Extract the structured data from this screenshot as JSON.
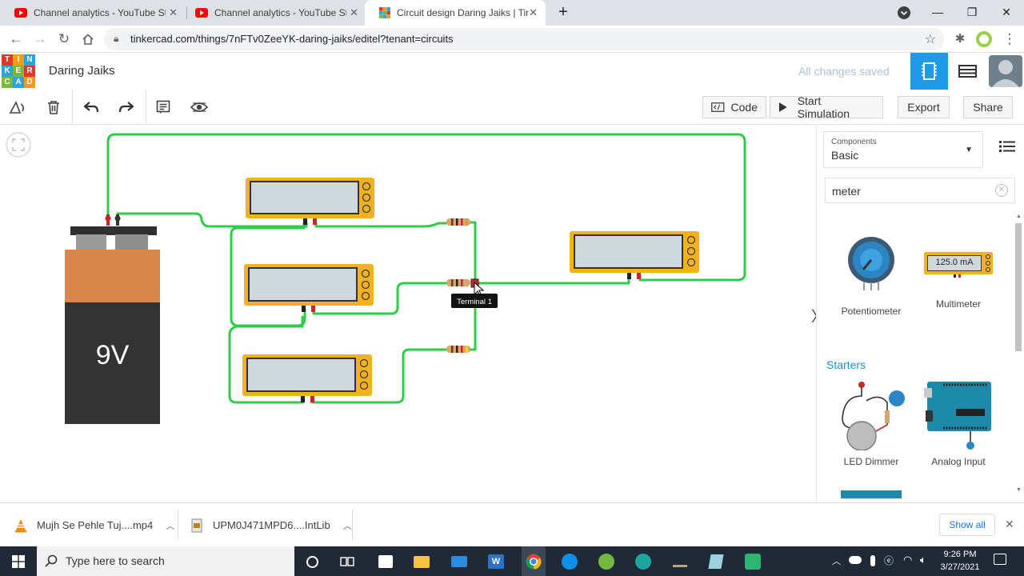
{
  "browser": {
    "tabs": [
      {
        "title": "Channel analytics - YouTube Studio",
        "active": false
      },
      {
        "title": "Channel analytics - YouTube Studio",
        "active": false
      },
      {
        "title": "Circuit design Daring Jaiks | Tinkercad",
        "active": true
      }
    ],
    "new_tab": "+",
    "url": "tinkercad.com/things/7nFTv0ZeeYK-daring-jaiks/editel?tenant=circuits"
  },
  "app": {
    "logo": [
      "T",
      "I",
      "N",
      "K",
      "E",
      "R",
      "C",
      "A",
      "D"
    ],
    "design_title": "Daring Jaiks",
    "save_status": "All changes saved"
  },
  "toolbar": {
    "code_label": "Code",
    "start_sim_label": "Start Simulation",
    "export_label": "Export",
    "share_label": "Share"
  },
  "canvas": {
    "battery_label": "9V",
    "tooltip": "Terminal 1"
  },
  "sidebar": {
    "components_label": "Components",
    "components_value": "Basic",
    "search_value": "meter",
    "results": [
      {
        "label": "Potentiometer",
        "icon": "potentiometer-icon"
      },
      {
        "label": "Multimeter",
        "icon": "multimeter-icon",
        "display": "125.0 mA"
      }
    ],
    "starters_label": "Starters",
    "starters": [
      {
        "label": "LED Dimmer"
      },
      {
        "label": "Analog Input"
      }
    ]
  },
  "downloads": {
    "items": [
      "Mujh Se Pehle Tuj....mp4",
      "UPM0J471MPD6....IntLib"
    ],
    "show_all": "Show all"
  },
  "taskbar": {
    "search_placeholder": "Type here to search",
    "time": "9:26 PM",
    "date": "3/27/2021"
  },
  "colors": {
    "wire": "#2ecc4a",
    "meter_body": "#f2b21f",
    "accent": "#1e9be6",
    "battery_top": "#d9864c",
    "battery_body": "#333333"
  }
}
